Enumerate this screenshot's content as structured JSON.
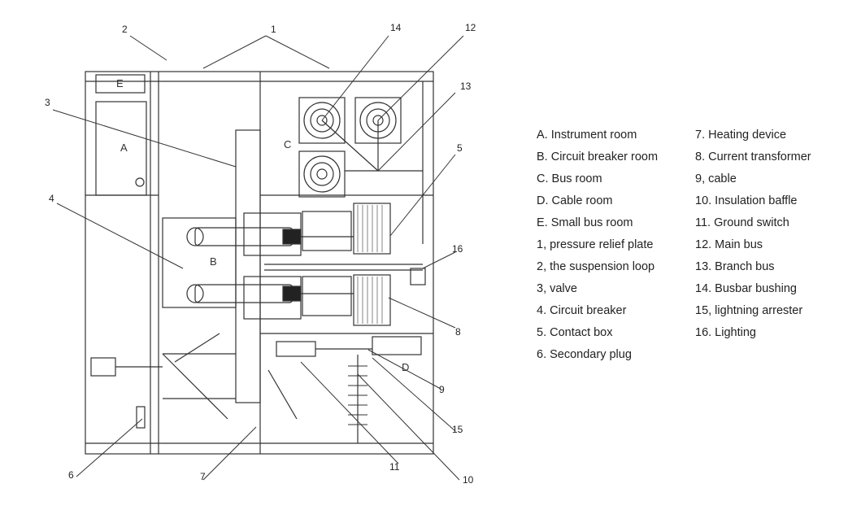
{
  "callouts": {
    "c1": "1",
    "c2": "2",
    "c3": "3",
    "c4": "4",
    "c5": "5",
    "c6": "6",
    "c7": "7",
    "c8": "8",
    "c9": "9",
    "c10": "10",
    "c11": "11",
    "c12": "12",
    "c13": "13",
    "c14": "14",
    "c15": "15",
    "c16": "16"
  },
  "rooms": {
    "A": "A",
    "B": "B",
    "C": "C",
    "D": "D",
    "E": "E"
  },
  "legend": {
    "left": [
      "A. Instrument room",
      "B. Circuit breaker room",
      "C. Bus room",
      "D. Cable room",
      "E. Small bus room",
      "1, pressure relief plate",
      "2, the suspension loop",
      "3, valve",
      "4. Circuit breaker",
      "5. Contact box",
      "6. Secondary plug"
    ],
    "right": [
      "7. Heating device",
      "8. Current transformer",
      "9, cable",
      "10. Insulation baffle",
      "11. Ground switch",
      "12. Main bus",
      "13. Branch bus",
      "14. Busbar bushing",
      "15, lightning arrester",
      "16. Lighting"
    ]
  }
}
